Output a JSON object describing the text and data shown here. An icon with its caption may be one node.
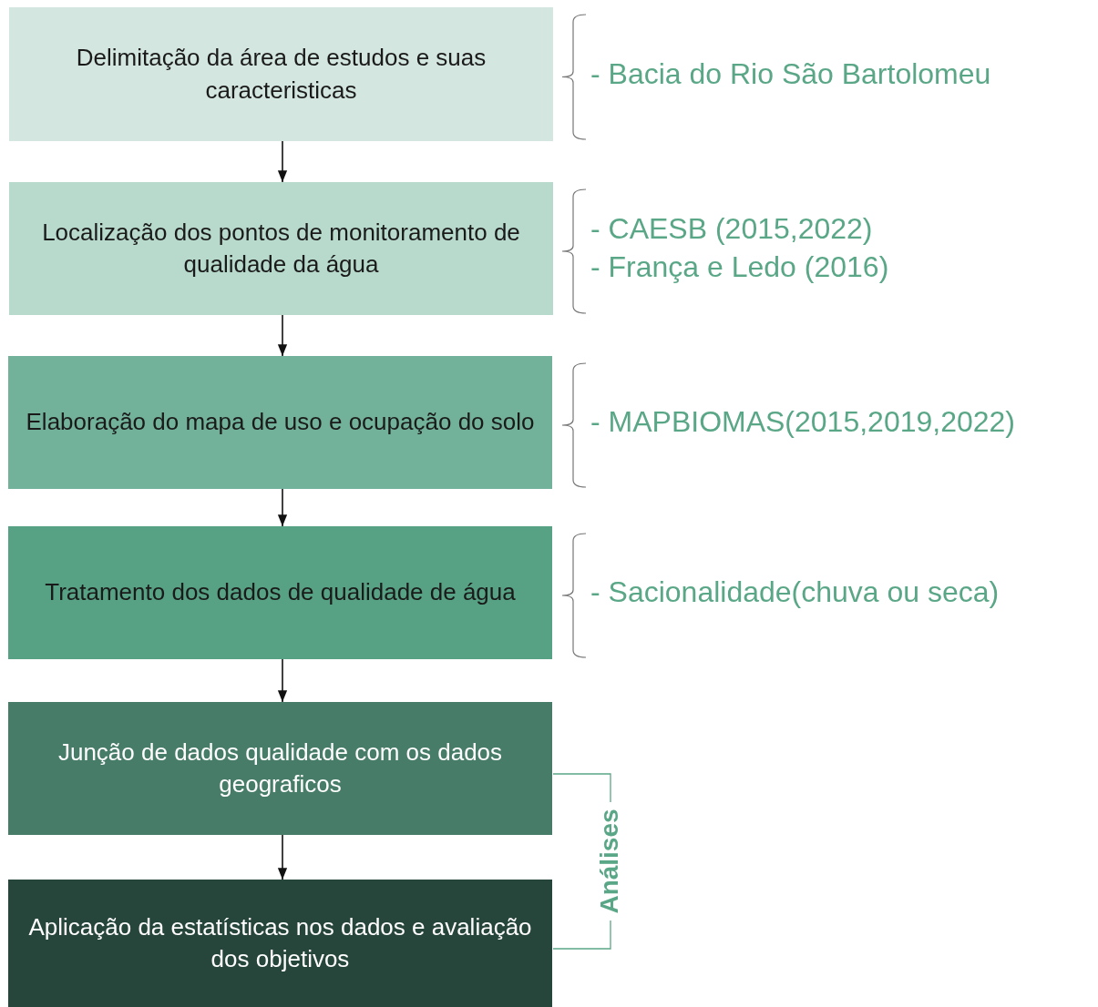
{
  "diagram": {
    "nodes": [
      {
        "text": [
          "Delimitação da área de estudos e suas caracteristicas"
        ],
        "beside": [
          "- Bacia do Rio São Bartolomeu"
        ]
      },
      {
        "text": [
          "Localização dos pontos de monitoramento de qualidade da água"
        ],
        "beside": [
          "- CAESB (2015,2022)",
          "- França e Ledo (2016)"
        ]
      },
      {
        "text": [
          "Elaboração do mapa de uso e ocupação do solo"
        ],
        "beside": [
          "- MAPBIOMAS(2015,2019,2022)"
        ]
      },
      {
        "text": [
          "Tratamento dos dados de qualidade de água"
        ],
        "beside": [
          "- Sacionalidade(chuva ou seca)"
        ]
      },
      {
        "text": [
          "Junção de dados qualidade com os dados geograficos"
        ]
      },
      {
        "text": [
          "Aplicação da estatísticas nos dados e avaliação dos objetivos"
        ]
      }
    ],
    "edges": [
      {
        "from": 0,
        "to": 1,
        "arrow": "to"
      },
      {
        "from": 1,
        "to": 2,
        "arrow": "to"
      },
      {
        "from": 2,
        "to": 3,
        "arrow": "to"
      },
      {
        "from": 3,
        "to": 4,
        "arrow": "to"
      },
      {
        "from": 4,
        "to": 5,
        "arrow": "to"
      }
    ],
    "labels": [
      "Análises"
    ]
  }
}
